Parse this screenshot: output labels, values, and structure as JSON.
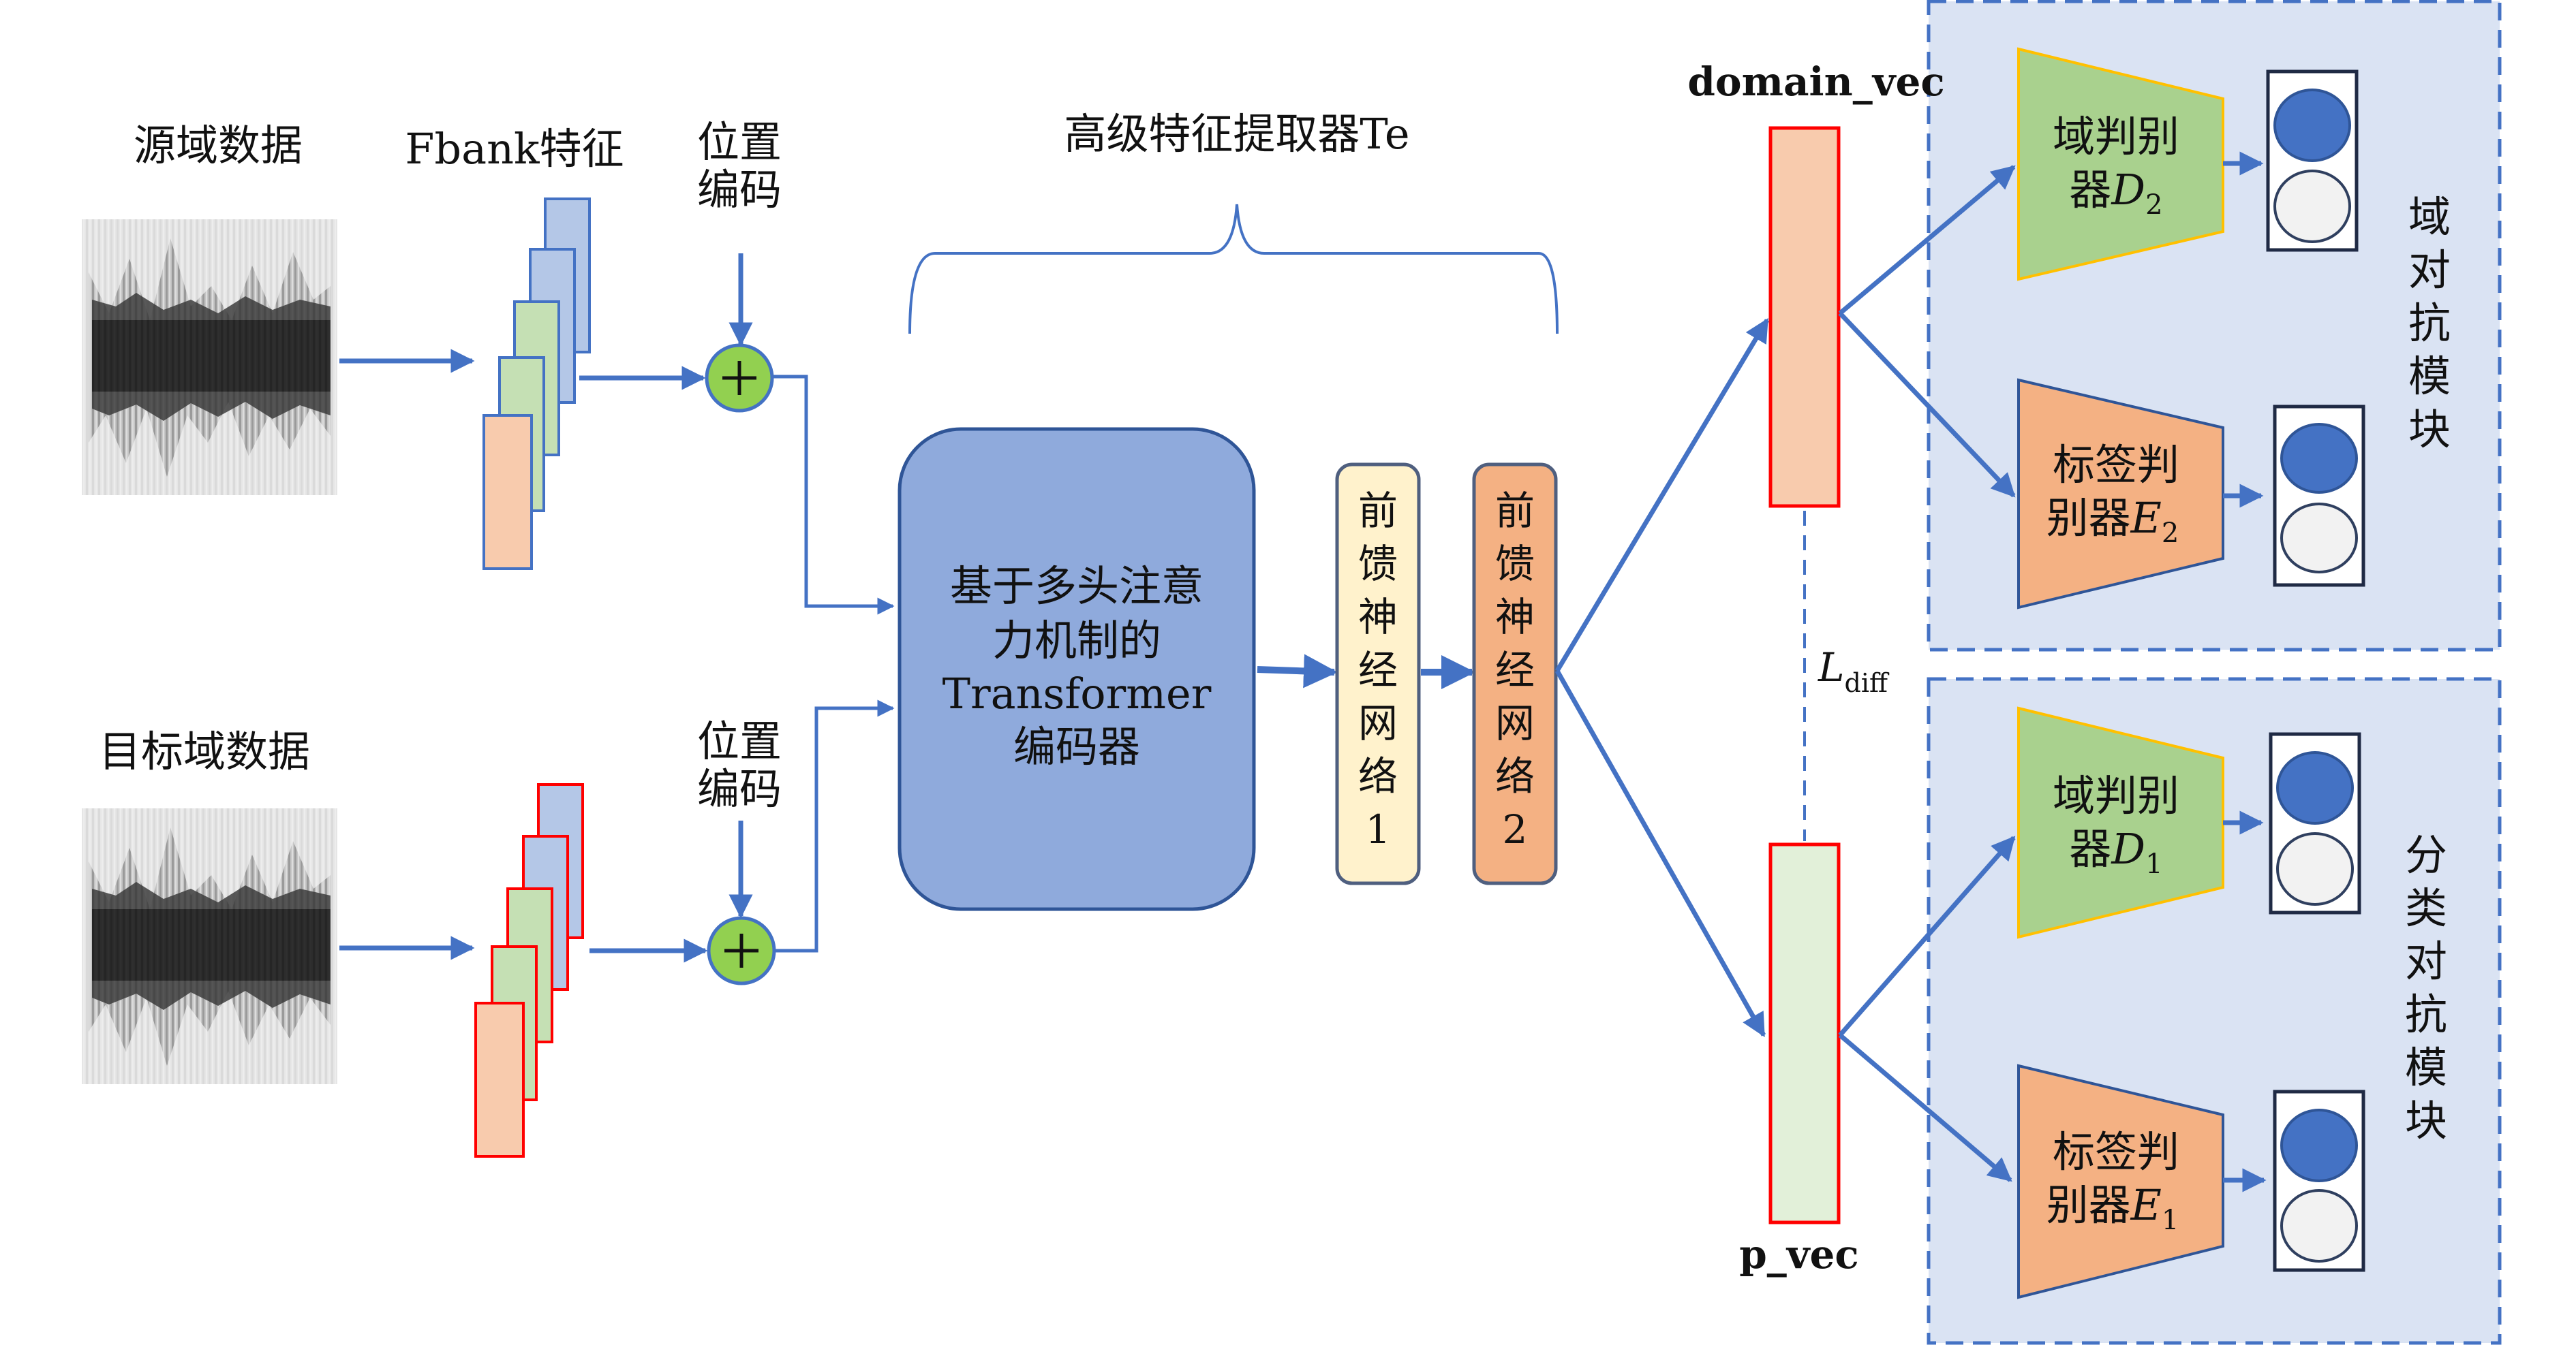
{
  "source": {
    "title": "源域数据",
    "feature": "Fbank特征",
    "pos_enc": [
      "位置",
      "编码"
    ]
  },
  "target": {
    "title": "目标域数据",
    "pos_enc": [
      "位置",
      "编码"
    ]
  },
  "extractor": {
    "title": "高级特征提取器Te",
    "encoder": [
      "基于多头注意",
      "力机制的",
      "Transformer",
      "编码器"
    ],
    "ffn1": [
      "前",
      "馈",
      "神",
      "经",
      "网",
      "络",
      "1"
    ],
    "ffn2": [
      "前",
      "馈",
      "神",
      "经",
      "网",
      "络",
      "2"
    ]
  },
  "vectors": {
    "domain": "domain_vec",
    "private": "p_vec",
    "loss": "L",
    "loss_sub": "diff"
  },
  "modules": {
    "domain_adv": {
      "label": [
        "域",
        "对",
        "抗",
        "模",
        "块"
      ],
      "disc_top": {
        "line1": "域判别",
        "line2_prefix": "器",
        "var": "D",
        "sub": "2"
      },
      "disc_bottom": {
        "line1": "标签判",
        "line2_prefix": "别器",
        "var": "E",
        "sub": "2"
      }
    },
    "class_adv": {
      "label": [
        "分",
        "类",
        "对",
        "抗",
        "模",
        "块"
      ],
      "disc_top": {
        "line1": "域判别",
        "line2_prefix": "器",
        "var": "D",
        "sub": "1"
      },
      "disc_bottom": {
        "line1": "标签判",
        "line2_prefix": "别器",
        "var": "E",
        "sub": "1"
      }
    }
  },
  "colors": {
    "arrow": "#4472c4",
    "module_bg": "#dae3f3",
    "encoder": "#8faadc",
    "ffn1": "#fff2cc",
    "ffn2": "#f4b183",
    "fbank_blue": "#b4c7e7",
    "fbank_green": "#c5e0b4",
    "fbank_peach": "#f8cbad",
    "domain_vec": "#f8cbad",
    "p_vec": "#e2f0d9",
    "disc_green": "#a9d18e",
    "disc_orange": "#f4b183",
    "add_circle": "#92d050",
    "out_on": "#4472c4",
    "out_off": "#f2f2f2"
  }
}
